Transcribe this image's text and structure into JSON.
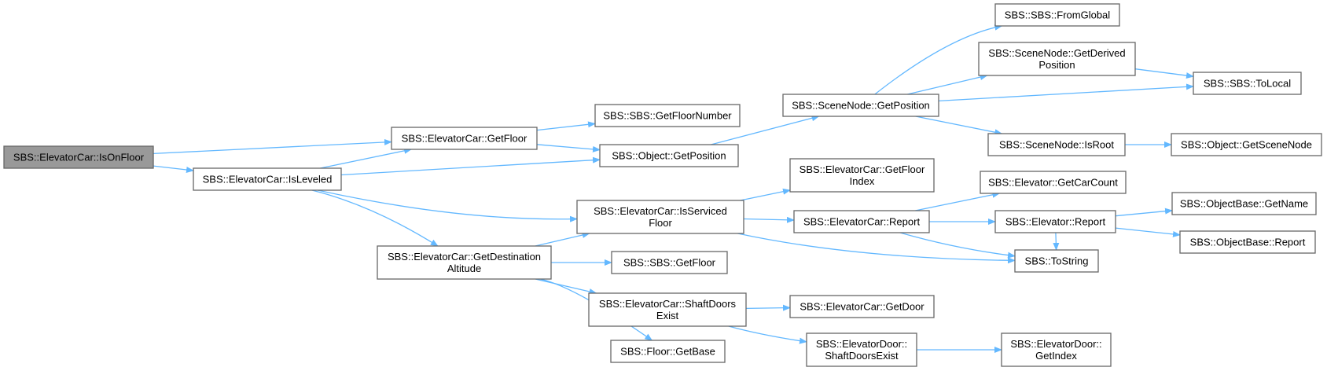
{
  "colors": {
    "edge": "#63b8ff",
    "node_border": "#666666",
    "root_fill": "#999999",
    "node_fill": "#ffffff"
  },
  "nodes": [
    {
      "id": "n0",
      "lines": [
        "SBS::ElevatorCar::IsOnFloor"
      ],
      "root": true
    },
    {
      "id": "n1",
      "lines": [
        "SBS::ElevatorCar::GetFloor"
      ]
    },
    {
      "id": "n2",
      "lines": [
        "SBS::ElevatorCar::IsLeveled"
      ]
    },
    {
      "id": "n3",
      "lines": [
        "SBS::SBS::GetFloorNumber"
      ]
    },
    {
      "id": "n4",
      "lines": [
        "SBS::Object::GetPosition"
      ]
    },
    {
      "id": "n5",
      "lines": [
        "SBS::SceneNode::GetPosition"
      ]
    },
    {
      "id": "n6",
      "lines": [
        "SBS::SBS::FromGlobal"
      ]
    },
    {
      "id": "n7",
      "lines": [
        "SBS::SceneNode::GetDerived",
        "Position"
      ]
    },
    {
      "id": "n8",
      "lines": [
        "SBS::SBS::ToLocal"
      ]
    },
    {
      "id": "n9",
      "lines": [
        "SBS::SceneNode::IsRoot"
      ]
    },
    {
      "id": "n10",
      "lines": [
        "SBS::Object::GetSceneNode"
      ]
    },
    {
      "id": "n11",
      "lines": [
        "SBS::ElevatorCar::IsServiced",
        "Floor"
      ]
    },
    {
      "id": "n12",
      "lines": [
        "SBS::ElevatorCar::GetDestination",
        "Altitude"
      ]
    },
    {
      "id": "n13",
      "lines": [
        "SBS::ElevatorCar::GetFloor",
        "Index"
      ]
    },
    {
      "id": "n14",
      "lines": [
        "SBS::ElevatorCar::Report"
      ]
    },
    {
      "id": "n15",
      "lines": [
        "SBS::Elevator::GetCarCount"
      ]
    },
    {
      "id": "n16",
      "lines": [
        "SBS::Elevator::Report"
      ]
    },
    {
      "id": "n17",
      "lines": [
        "SBS::ObjectBase::GetName"
      ]
    },
    {
      "id": "n18",
      "lines": [
        "SBS::ObjectBase::Report"
      ]
    },
    {
      "id": "n19",
      "lines": [
        "SBS::ToString"
      ]
    },
    {
      "id": "n20",
      "lines": [
        "SBS::SBS::GetFloor"
      ]
    },
    {
      "id": "n21",
      "lines": [
        "SBS::ElevatorCar::ShaftDoors",
        "Exist"
      ]
    },
    {
      "id": "n22",
      "lines": [
        "SBS::ElevatorCar::GetDoor"
      ]
    },
    {
      "id": "n23",
      "lines": [
        "SBS::Floor::GetBase"
      ]
    },
    {
      "id": "n24",
      "lines": [
        "SBS::ElevatorDoor::",
        "ShaftDoorsExist"
      ]
    },
    {
      "id": "n25",
      "lines": [
        "SBS::ElevatorDoor::",
        "GetIndex"
      ]
    }
  ],
  "edges": [
    {
      "from": "n0",
      "to": "n1"
    },
    {
      "from": "n0",
      "to": "n2"
    },
    {
      "from": "n1",
      "to": "n3"
    },
    {
      "from": "n1",
      "to": "n4"
    },
    {
      "from": "n2",
      "to": "n1"
    },
    {
      "from": "n2",
      "to": "n4"
    },
    {
      "from": "n2",
      "to": "n11"
    },
    {
      "from": "n2",
      "to": "n12"
    },
    {
      "from": "n4",
      "to": "n5"
    },
    {
      "from": "n5",
      "to": "n6"
    },
    {
      "from": "n5",
      "to": "n7"
    },
    {
      "from": "n5",
      "to": "n8"
    },
    {
      "from": "n5",
      "to": "n9"
    },
    {
      "from": "n7",
      "to": "n8"
    },
    {
      "from": "n9",
      "to": "n10"
    },
    {
      "from": "n11",
      "to": "n13"
    },
    {
      "from": "n11",
      "to": "n14"
    },
    {
      "from": "n11",
      "to": "n19"
    },
    {
      "from": "n12",
      "to": "n11"
    },
    {
      "from": "n12",
      "to": "n20"
    },
    {
      "from": "n12",
      "to": "n21"
    },
    {
      "from": "n12",
      "to": "n23"
    },
    {
      "from": "n14",
      "to": "n15"
    },
    {
      "from": "n14",
      "to": "n16"
    },
    {
      "from": "n14",
      "to": "n19"
    },
    {
      "from": "n16",
      "to": "n17"
    },
    {
      "from": "n16",
      "to": "n18"
    },
    {
      "from": "n16",
      "to": "n19"
    },
    {
      "from": "n21",
      "to": "n22"
    },
    {
      "from": "n21",
      "to": "n24"
    },
    {
      "from": "n24",
      "to": "n25"
    }
  ]
}
